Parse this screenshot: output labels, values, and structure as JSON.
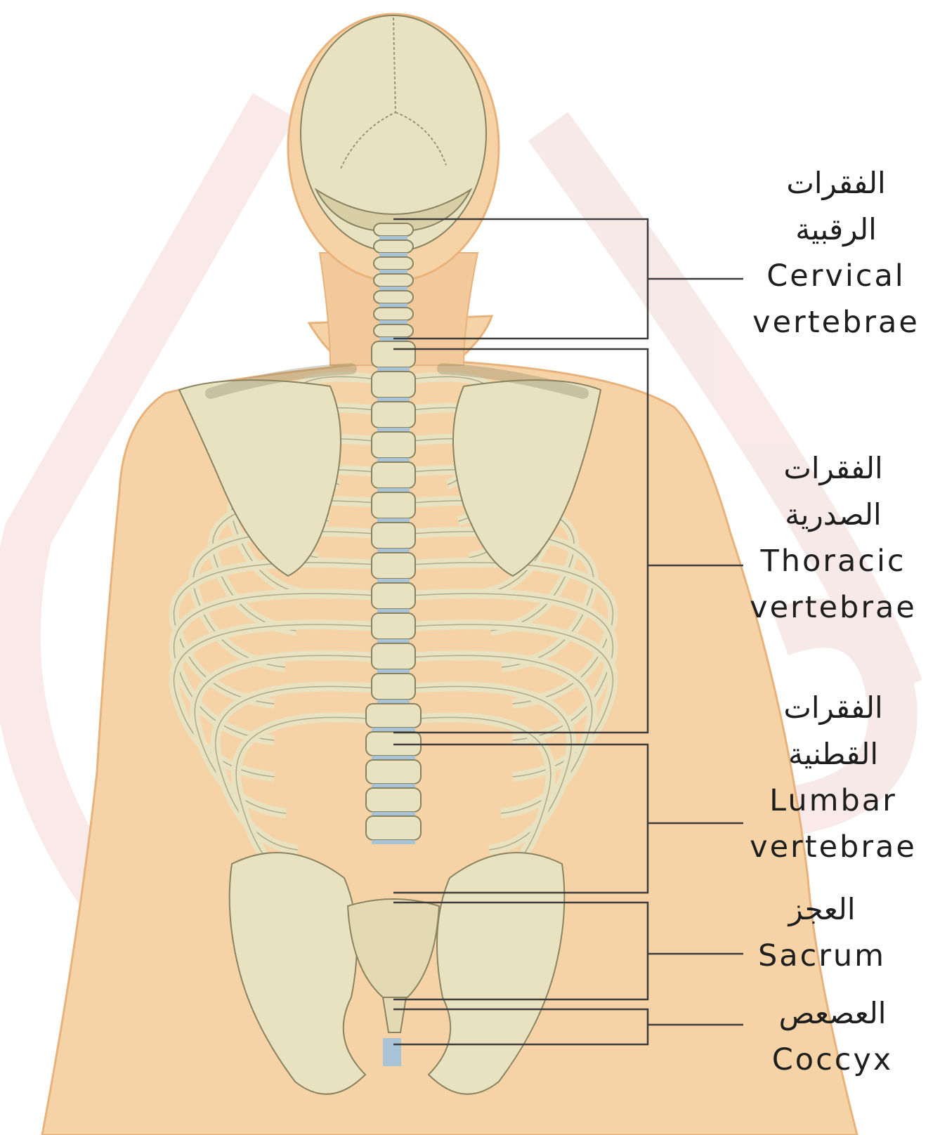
{
  "colors": {
    "skin": "#f6d3a7",
    "skin_outline": "#e8b27c",
    "bone": "#e9e2c0",
    "bone_outline": "#8a8360",
    "cartilage": "#a9c3d6",
    "watermark": "#f6e3e3",
    "leader_line": "#3c3c3c",
    "text": "#1e1e1e"
  },
  "labels": [
    {
      "ar_1": "الفقرات",
      "ar_2": "الرقبية",
      "en_1": "Cervical",
      "en_2": "vertebrae"
    },
    {
      "ar_1": "الفقرات",
      "ar_2": "الصدرية",
      "en_1": "Thoracic",
      "en_2": "vertebrae"
    },
    {
      "ar_1": "الفقرات",
      "ar_2": "القطنية",
      "en_1": "Lumbar",
      "en_2": "vertebrae"
    },
    {
      "ar_1": "العجز",
      "en_1": "Sacrum"
    },
    {
      "ar_1": "العصعص",
      "en_1": "Coccyx"
    }
  ]
}
